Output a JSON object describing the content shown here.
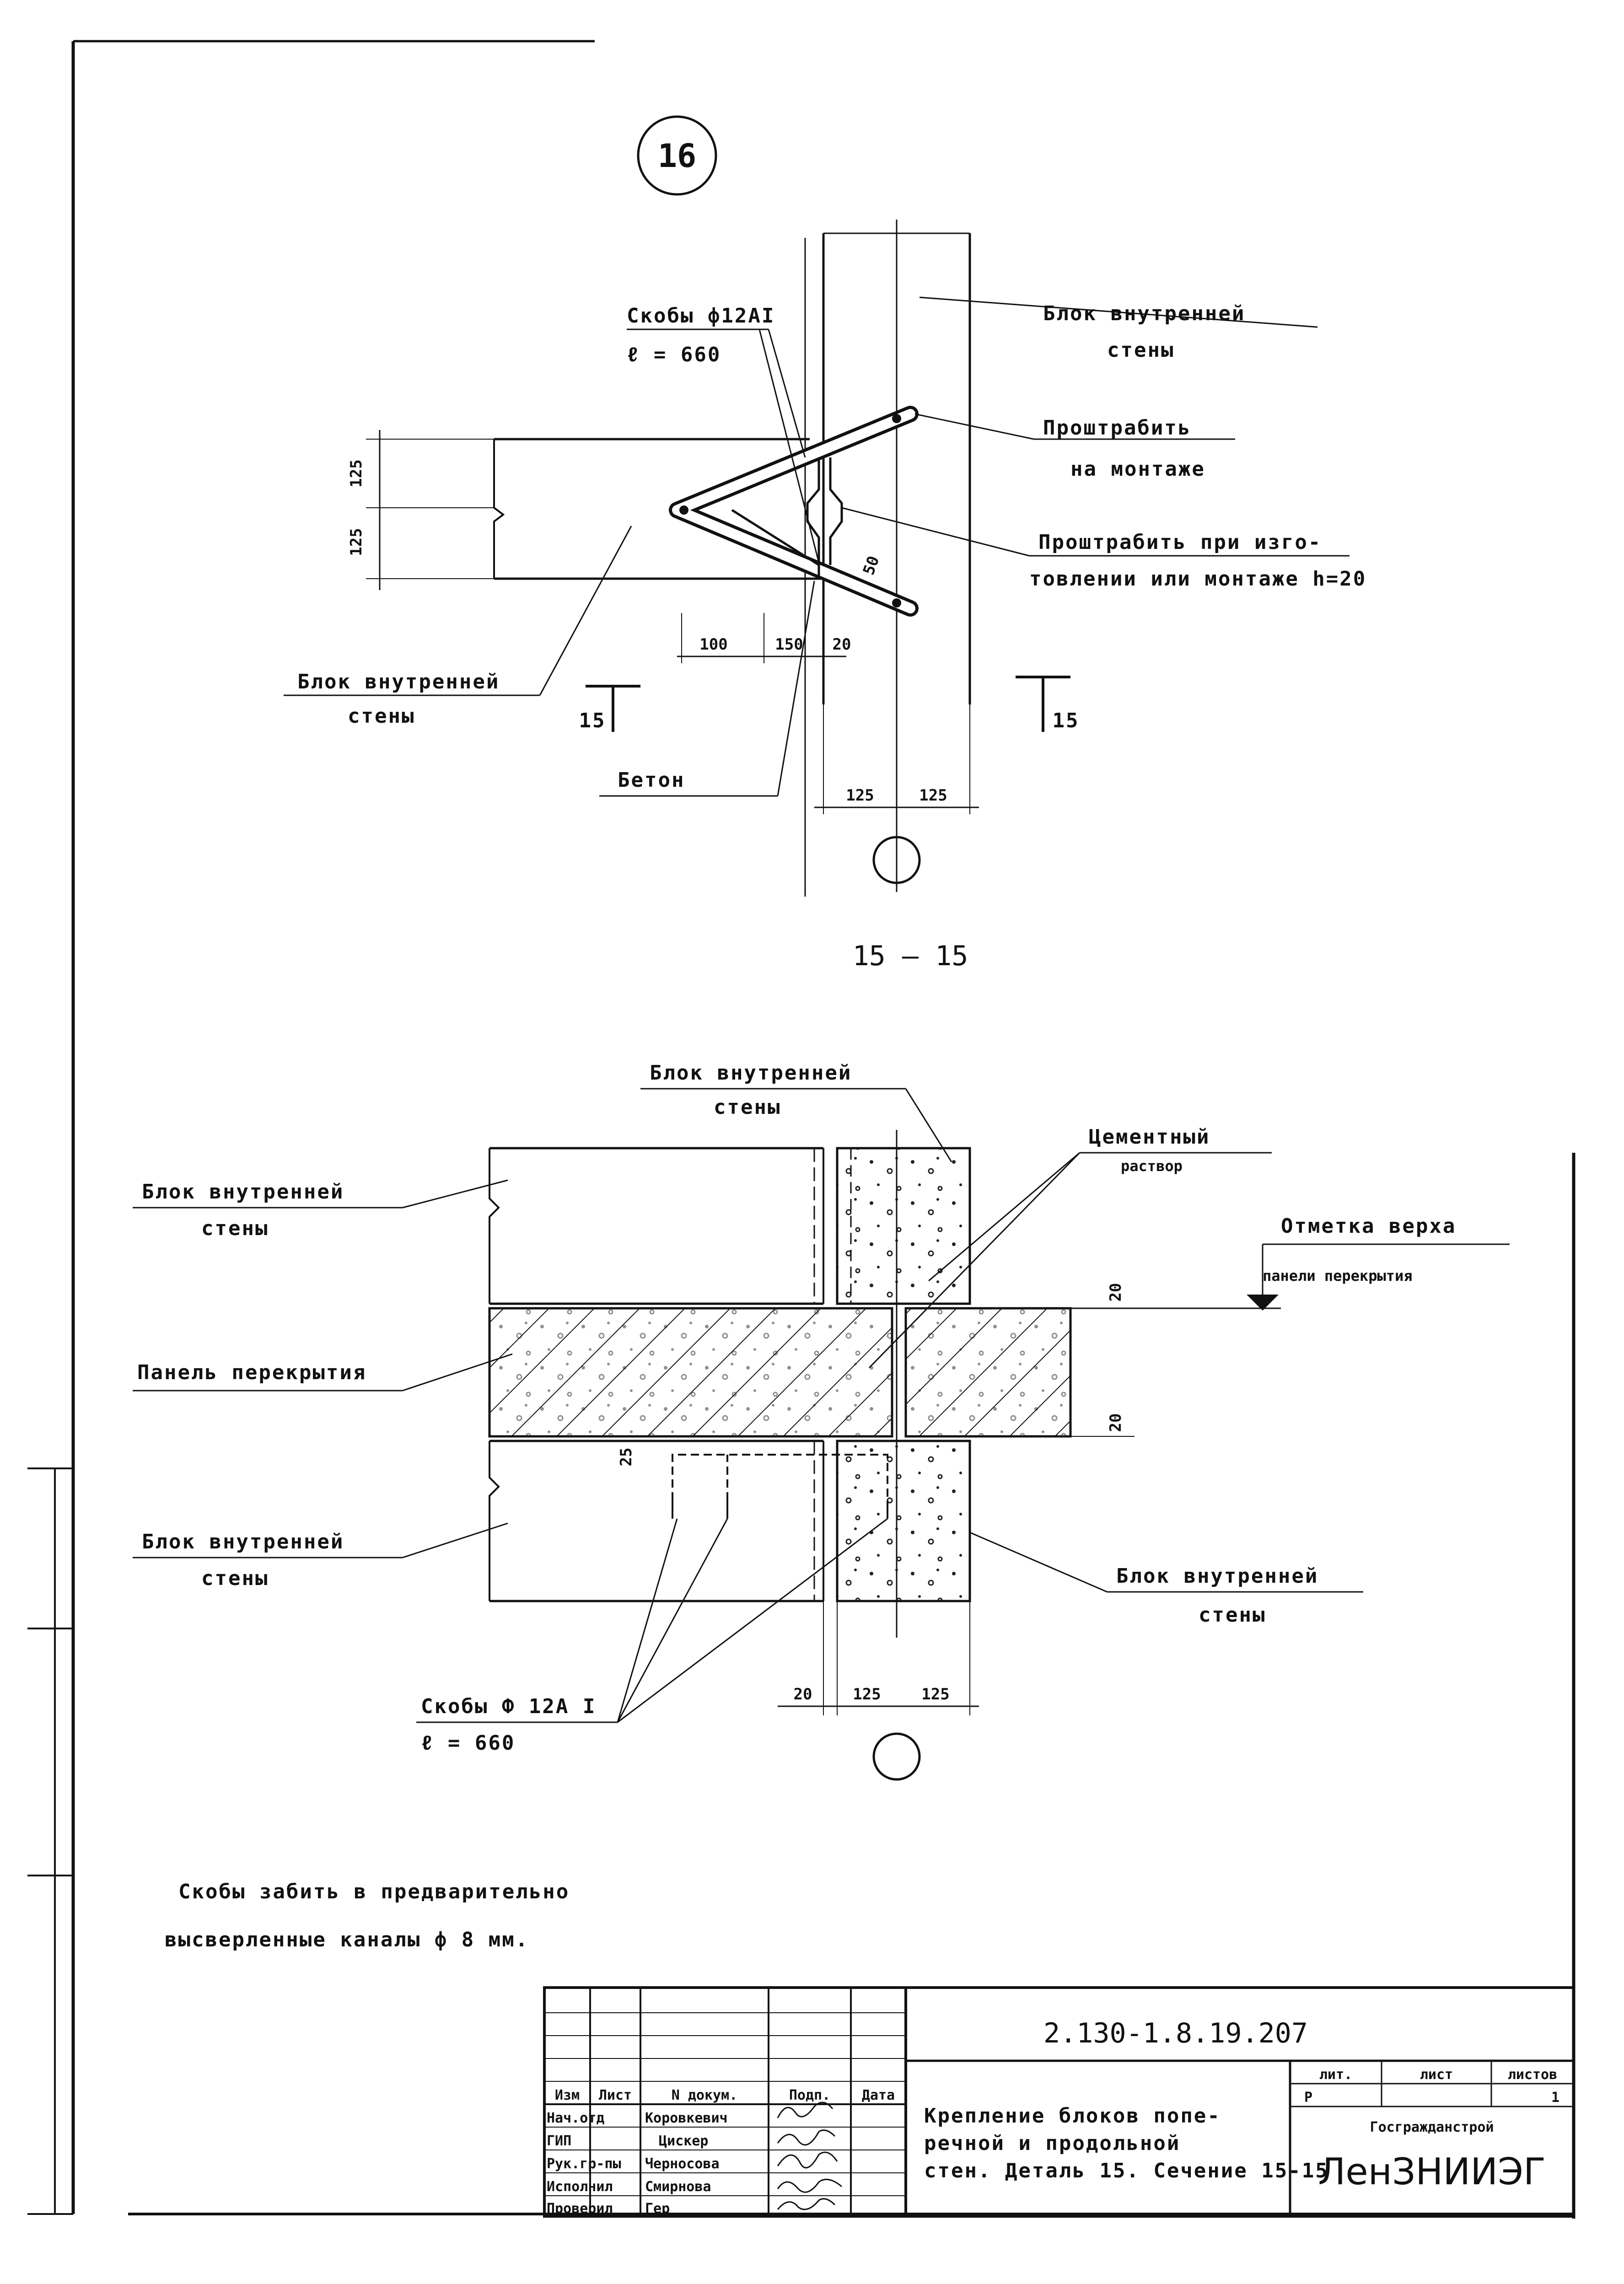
{
  "detail": {
    "marker": "16",
    "staples": {
      "line1": "Скобы ф12АI",
      "line2": "ℓ = 660"
    },
    "block_inner_wall_a": {
      "line1": "Блок внутренней",
      "line2": "стены"
    },
    "block_inner_wall_b": {
      "line1": "Блок внутренней",
      "line2": "стены"
    },
    "weld_mount": {
      "line1": "Проштрабить",
      "line2": "на монтаже"
    },
    "weld_factory": {
      "line1": "Проштрабить при изго-",
      "line2": "товлении или монтаже h=20"
    },
    "concrete": "Бетон",
    "section_mark": "15",
    "dims": [
      "125",
      "125",
      "100",
      "150",
      "20",
      "125",
      "125",
      "50"
    ]
  },
  "section": {
    "title": "15 — 15",
    "block_top_center": {
      "line1": "Блок внутренней",
      "line2": "стены"
    },
    "block_left_top": {
      "line1": "Блок внутренней",
      "line2": "стены"
    },
    "block_left_bottom": {
      "line1": "Блок внутренней",
      "line2": "стены"
    },
    "block_right_bottom": {
      "line1": "Блок внутренней",
      "line2": "стены"
    },
    "mortar": {
      "line1": "Цементный",
      "line2": "раствор"
    },
    "level": {
      "line1": "Отметка верха",
      "line2": "панели перекрытия"
    },
    "slab": "Панель перекрытия",
    "staples": {
      "line1": "Скобы Ф 12А I",
      "line2": "ℓ = 660"
    },
    "dims": [
      "20",
      "20",
      "25",
      "20",
      "125",
      "125"
    ]
  },
  "note": {
    "line1": "Скобы забить в предварительно",
    "line2": "высверленные каналы ф 8 мм."
  },
  "title_block": {
    "doc_number": "2.130-1.8.19.207",
    "headers": [
      "Изм",
      "Лист",
      "N докум.",
      "Подп.",
      "Дата"
    ],
    "rows": [
      {
        "role": "Нач.отд",
        "name": "Коровкевич"
      },
      {
        "role": "ГИП",
        "name": "Цискер"
      },
      {
        "role": "Рук.гр-пы",
        "name": "Черносова"
      },
      {
        "role": "Исполнил",
        "name": "Смирнова"
      },
      {
        "role": "Проверил",
        "name": "Гер"
      }
    ],
    "description": {
      "line1": "Крепление блоков попе-",
      "line2": "речной и продольной",
      "line3": "стен. Деталь 15. Сечение 15-15"
    },
    "lit_label": "лит.",
    "sheet_label": "лист",
    "sheets_label": "листов",
    "lit_value": "Р",
    "sheets_value": "1",
    "org_line1": "Госгражданстрой",
    "org_line2": "ЛенЗНИИЭГ"
  }
}
